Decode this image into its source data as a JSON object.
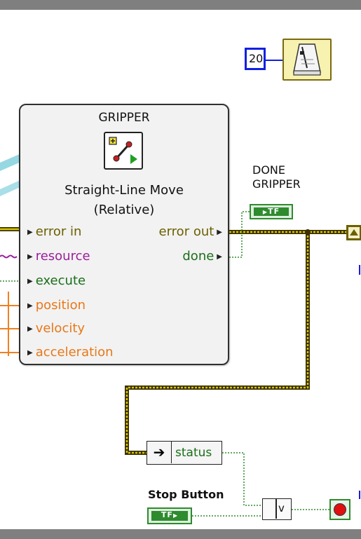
{
  "timing": {
    "wait_ms": "20"
  },
  "vi": {
    "title": "GRIPPER",
    "name_line1": "Straight-Line Move",
    "name_line2": "(Relative)",
    "inputs": [
      "error in",
      "resource",
      "execute",
      "position",
      "velocity",
      "acceleration"
    ],
    "outputs": [
      "error out",
      "done"
    ]
  },
  "indicators": {
    "done_gripper_line1": "DONE",
    "done_gripper_line2": "GRIPPER",
    "tf_text": "TF"
  },
  "unbundle": {
    "status": "status"
  },
  "stop_button": {
    "label": "Stop Button",
    "tf_text": "TF"
  },
  "or_symbol": "v",
  "colors": {
    "error_wire": "#8b8000",
    "boolean_wire": "#2e8b2e",
    "resource_wire": "#9b1f9b",
    "numeric_wire": "#f08020",
    "refnum_wire": "#40b8c8",
    "constant_border": "#1020e0",
    "stop_terminal": "#e01010"
  },
  "icons": [
    "metronome-icon",
    "straight-line-move-icon",
    "unbundle-arrow-icon",
    "stop-terminal-icon",
    "cluster-terminal-icon"
  ]
}
